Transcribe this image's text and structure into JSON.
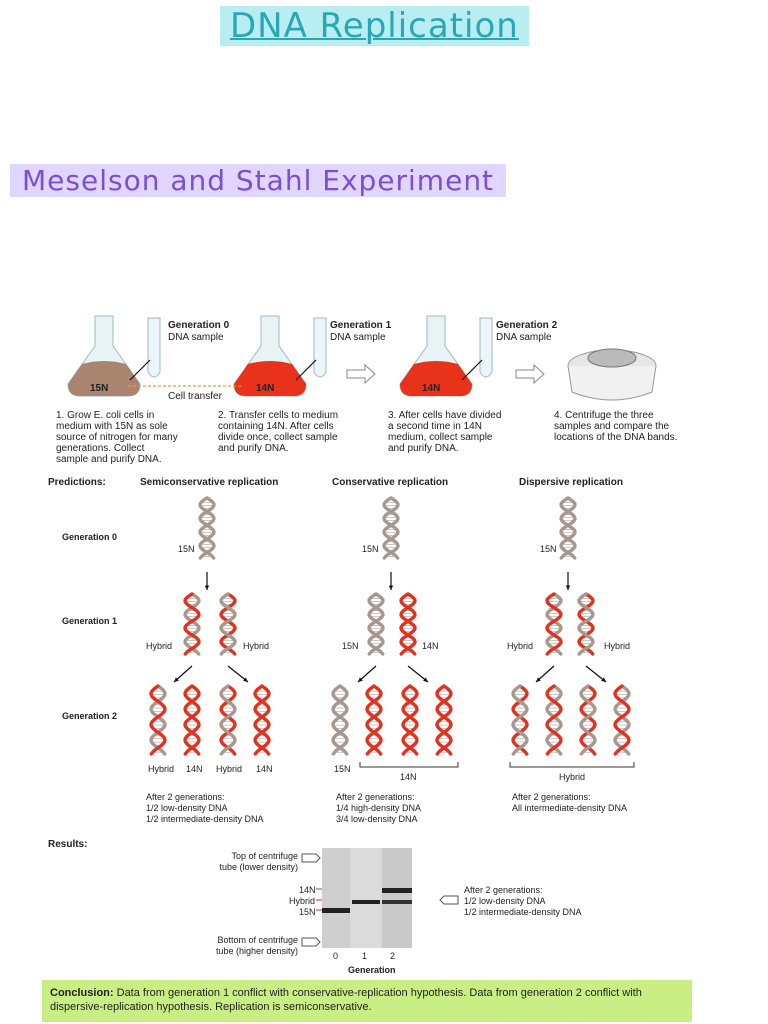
{
  "title": "DNA Replication",
  "subtitle": "Meselson and Stahl Experiment",
  "steps": {
    "gen0_label": "Generation 0",
    "gen1_label": "Generation 1",
    "gen2_label": "Generation 2",
    "dna_sample": "DNA sample",
    "flask1": "15N",
    "flask2": "14N",
    "flask3": "14N",
    "cell_transfer": "Cell transfer",
    "step1": "1. Grow E. coli cells in\nmedium with 15N as sole\nsource of nitrogen for many\ngenerations. Collect\nsample and purify DNA.",
    "step2": "2. Transfer cells to medium\ncontaining 14N. After cells\ndivide once, collect sample\nand purify DNA.",
    "step3": "3. After cells have divided\na second time in 14N\nmedium, collect sample\nand purify DNA.",
    "step4": "4. Centrifuge the three\nsamples and compare the\nlocations of the DNA bands."
  },
  "predictions": {
    "heading": "Predictions:",
    "col1": "Semiconservative replication",
    "col2": "Conservative replication",
    "col3": "Dispersive replication",
    "row0": "Generation 0",
    "row1": "Generation 1",
    "row2": "Generation 2",
    "n15": "15N",
    "n14": "14N",
    "hybrid": "Hybrid",
    "semi_summary": "After 2 generations:\n1/2 low-density DNA\n1/2 intermediate-density DNA",
    "cons_summary": "After 2 generations:\n1/4 high-density DNA\n3/4 low-density DNA",
    "disp_summary": "After 2 generations:\nAll intermediate-density DNA"
  },
  "results": {
    "heading": "Results:",
    "top_label": "Top of centrifuge\ntube (lower density)",
    "bottom_label": "Bottom of centrifuge\ntube (higher density)",
    "band_14n": "14N",
    "band_hybrid": "Hybrid",
    "band_15n": "15N",
    "lanes": [
      "0",
      "1",
      "2"
    ],
    "axis_label": "Generation",
    "after_text": "After 2 generations:\n1/2 low-density DNA\n1/2 intermediate-density DNA"
  },
  "conclusion": {
    "label": "Conclusion:",
    "text": " Data from generation 1 conflict with conservative-replication hypothesis. Data from generation 2 conflict with dispersive-replication hypothesis. Replication is semiconservative."
  },
  "colors": {
    "title": "#2aa7b5",
    "subtitle": "#7b4fd1",
    "heavy": "#a9978e",
    "light": "#e0321f",
    "conclusion_bg": "#c9ef84"
  }
}
